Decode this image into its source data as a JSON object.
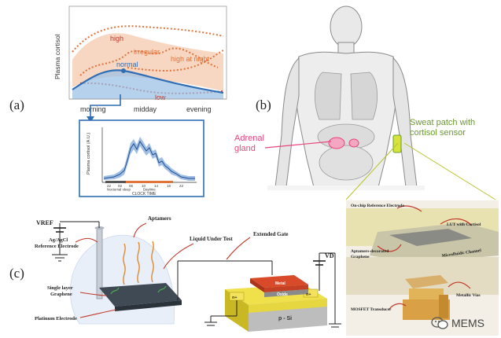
{
  "panel_labels": {
    "a": "(a)",
    "b": "(b)",
    "c": "(c)"
  },
  "panel_a": {
    "y_axis_label": "Plasma cortisol",
    "curves": {
      "high": "high",
      "irregular": "irregular",
      "normal": "normal",
      "high_at_night": "high at night",
      "low": "low"
    },
    "x_labels": [
      "morning",
      "midday",
      "evening"
    ],
    "inset": {
      "y_axis_label": "Plasma cortisol (A.U.)",
      "x_ticks": [
        "22",
        "02",
        "06",
        "10",
        "14",
        "18",
        "22"
      ],
      "x_axis_label": "CLOCK TIME",
      "band_sleep": "Nocturnal sleep",
      "band_day": "Daytime"
    },
    "colors": {
      "normal": "#2f6db5",
      "abnormal": "#e0733a",
      "low": "#c0392b"
    }
  },
  "panel_b": {
    "adrenal_label_1": "Adrenal",
    "adrenal_label_2": "gland",
    "patch_label_1": "Sweat patch with",
    "patch_label_2": "cortisol sensor",
    "colors": {
      "adrenal": "#e8467c",
      "patch": "#6a9a2a"
    },
    "detail": {
      "ref_electrode": "On-chip Reference Electrode",
      "lut": "LUT with Cortisol",
      "microfluidic": "Microfluidic Channel",
      "aptamer_graphene_1": "Aptamers-decorated",
      "aptamer_graphene_2": "Graphene",
      "metallic_vias": "Metallic Vias",
      "mosfet": "MOSFET Transducer"
    }
  },
  "panel_c": {
    "vref": "VREF",
    "aptamers": "Aptamers",
    "ag_agcl_1": "Ag/AgCl",
    "ag_agcl_2": "Reference Electrode",
    "liquid": "Liquid Under Test",
    "extended_gate": "Extended Gate",
    "graphene_1": "Single layer",
    "graphene_2": "Graphene",
    "platinum": "Platinum Electrode",
    "vd": "VD",
    "metal": "Metal",
    "oxide": "Oxide",
    "n_left": "n+",
    "n_right": "n+",
    "substrate": "p - Si"
  },
  "watermark": "MEMS"
}
